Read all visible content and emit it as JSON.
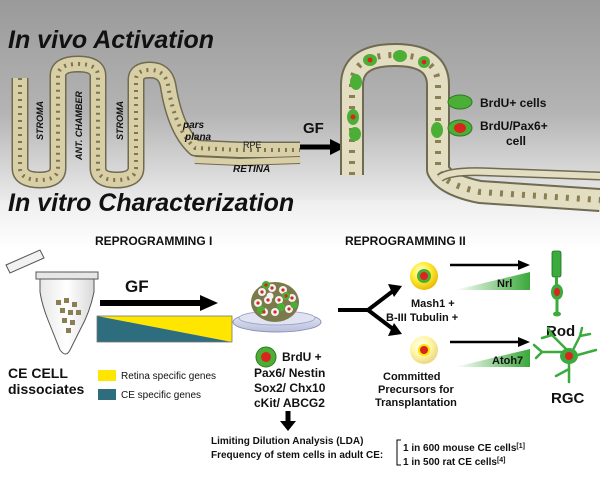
{
  "sections": {
    "in_vivo_title": "In vivo Activation",
    "in_vitro_title": "In vitro Characterization"
  },
  "in_vivo": {
    "stroma_left": "STROMA",
    "ant_chamber": "ANT. CHAMBER",
    "stroma_right": "STROMA",
    "pars_plana": [
      "pars",
      "plana"
    ],
    "rpe": "RPE",
    "retina": "RETINA",
    "gf": "GF",
    "legend": {
      "brdu_cells": "BrdU+ cells",
      "brdu_pax6": [
        "BrdU/Pax6+",
        "cell"
      ]
    }
  },
  "in_vitro": {
    "reprogramming_1": "REPROGRAMMING I",
    "reprogramming_2": "REPROGRAMMING II",
    "gf": "GF",
    "ce_cell": [
      "CE CELL",
      "dissociates"
    ],
    "legend": {
      "retina_genes": "Retina specific genes",
      "ce_genes": "CE specific genes"
    },
    "markers": [
      "BrdU +",
      "Pax6/ Nestin",
      "Sox2/ Chx10",
      "cKit/ ABCG2"
    ],
    "mash1": [
      "Mash1 +",
      "B-III Tubulin +"
    ],
    "committed": [
      "Committed",
      "Precursors for",
      "Transplantation"
    ],
    "nrl": "Nrl",
    "atoh7": "Atoh7",
    "rod": "Rod",
    "rgc": "RGC",
    "lda_line1": "Limiting Dilution Analysis (LDA)",
    "lda_line2": "Frequency of stem cells in adult CE:",
    "freq_mouse": "1 in 600 mouse CE cells",
    "ref_mouse": "[1]",
    "freq_rat": "1 in 500 rat CE cells",
    "ref_rat": "[4]"
  },
  "colors": {
    "top_bg": "#a6a6a6",
    "cell_fill": "#d9cfa6",
    "cell_nucleus": "#8a7f52",
    "brdu_green": "#4caf35",
    "pax6_red": "#d9251d",
    "retina_yellow": "#ffe600",
    "ce_teal": "#2d6d7d",
    "neuron_green": "#3bab3e"
  }
}
